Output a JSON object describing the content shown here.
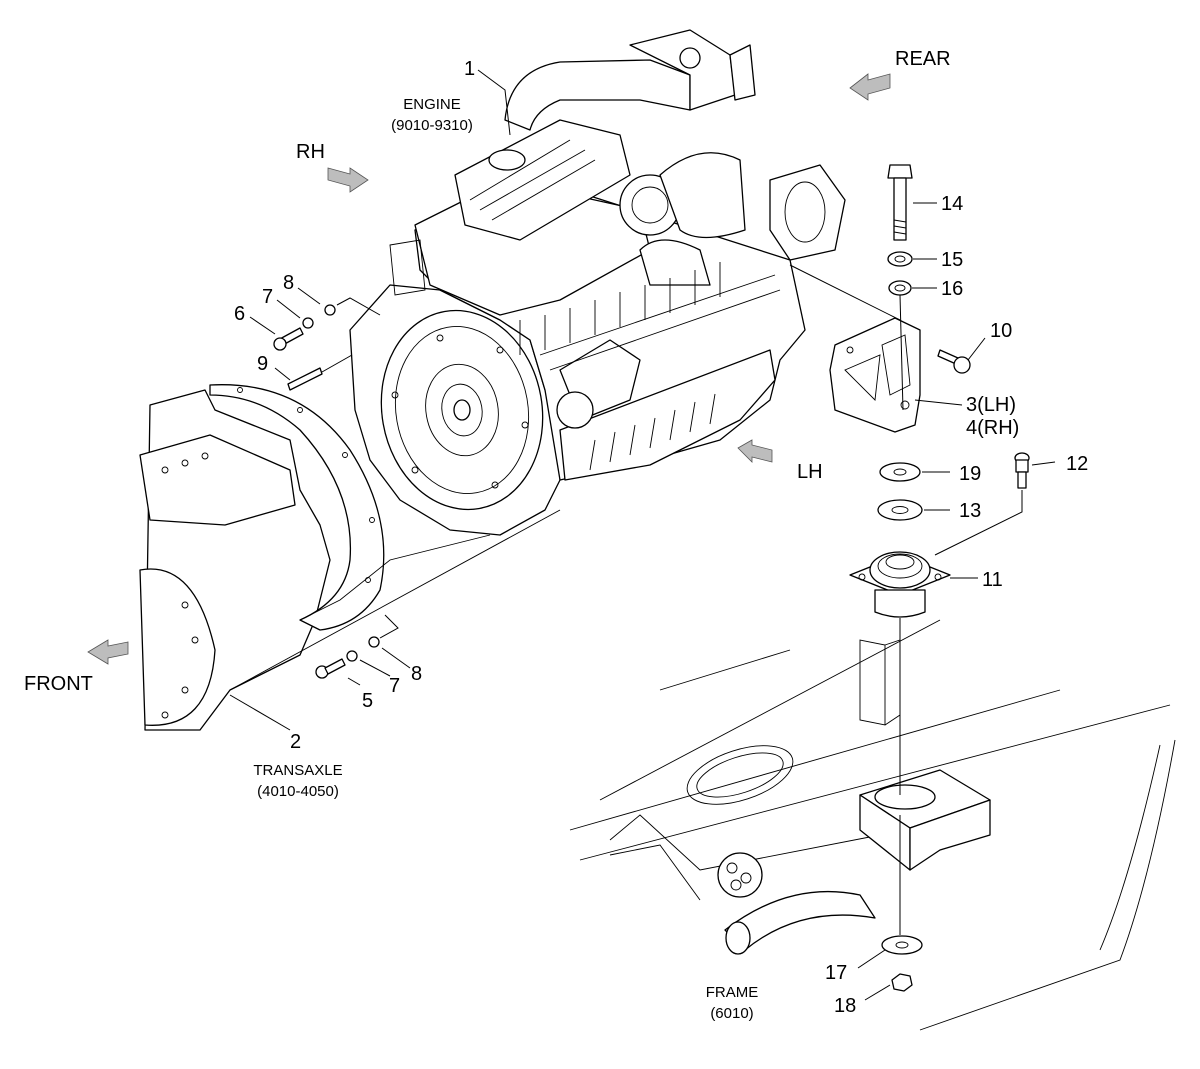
{
  "directions": {
    "rear": "REAR",
    "rh": "RH",
    "lh": "LH",
    "front": "FRONT"
  },
  "assemblies": {
    "engine_name": "ENGINE",
    "engine_ref": "(9010-9310)",
    "transaxle_name": "TRANSAXLE",
    "transaxle_ref": "(4010-4050)",
    "frame_name": "FRAME",
    "frame_ref": "(6010)"
  },
  "callouts": {
    "c1": "1",
    "c2": "2",
    "c3": "3(LH)",
    "c4": "4(RH)",
    "c5": "5",
    "c6": "6",
    "c7a": "7",
    "c7b": "7",
    "c8a": "8",
    "c8b": "8",
    "c9": "9",
    "c10": "10",
    "c11": "11",
    "c12": "12",
    "c13": "13",
    "c14": "14",
    "c15": "15",
    "c16": "16",
    "c17": "17",
    "c18": "18",
    "c19": "19"
  }
}
